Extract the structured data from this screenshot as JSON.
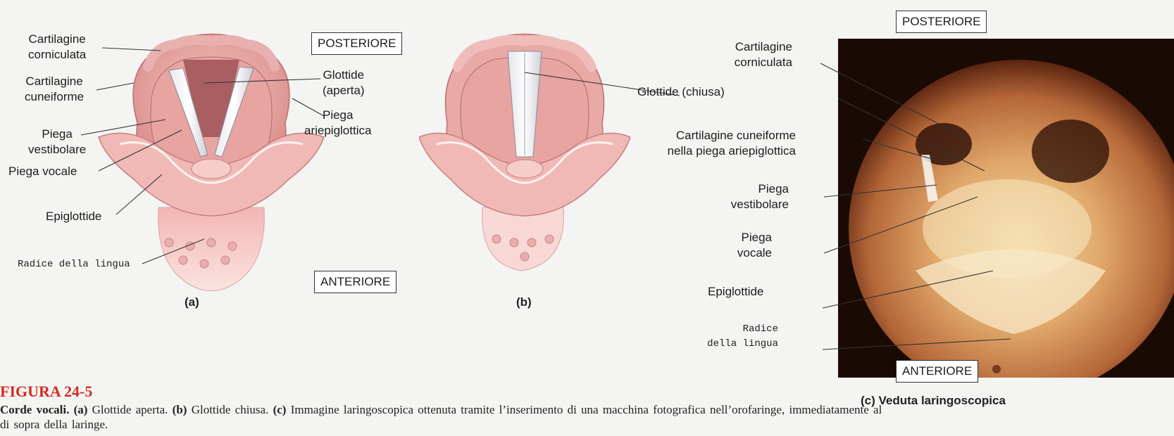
{
  "figure_a": {
    "labels": {
      "corniculate": "Cartilagine\ncorniculata",
      "cuneiform": "Cartilagine\ncuneiforme",
      "vestibular": "Piega\nvestibolare",
      "vocal": "Piega vocale",
      "epiglottis": "Epiglottide",
      "tongue_root": "Radice della lingua",
      "glottis": "Glottide\n(aperta)",
      "aryepiglottic": "Piega\nariepiglottica"
    },
    "posterior": "POSTERIORE",
    "anterior": "ANTERIORE",
    "sublabel": "(a)"
  },
  "figure_b": {
    "glottis": "Glottide (chiusa)",
    "sublabel": "(b)"
  },
  "figure_c": {
    "posterior": "POSTERIORE",
    "anterior": "ANTERIORE",
    "labels": {
      "corniculate": "Cartilagine\ncorniculata",
      "cuneiform": "Cartilagine cuneiforme\nnella piega ariepiglottica",
      "vestibular": "Piega\nvestibolare",
      "vocal": "Piega\nvocale",
      "epiglottis": "Epiglottide",
      "tongue_root": "Radice\ndella lingua"
    },
    "sublabel": "(c)  Veduta laringoscopica"
  },
  "caption": {
    "title": "FIGURA 24-5",
    "lead": "Corde vocali.",
    "a_mark": "(a)",
    "a_text": "Glottide aperta.",
    "b_mark": "(b)",
    "b_text": "Glottide chiusa.",
    "c_mark": "(c)",
    "c_text": "Immagine laringoscopica ottenuta tramite l’inserimento di una macchina fotografica nell’orofaringe, immediatamente al di sopra della laringe."
  }
}
